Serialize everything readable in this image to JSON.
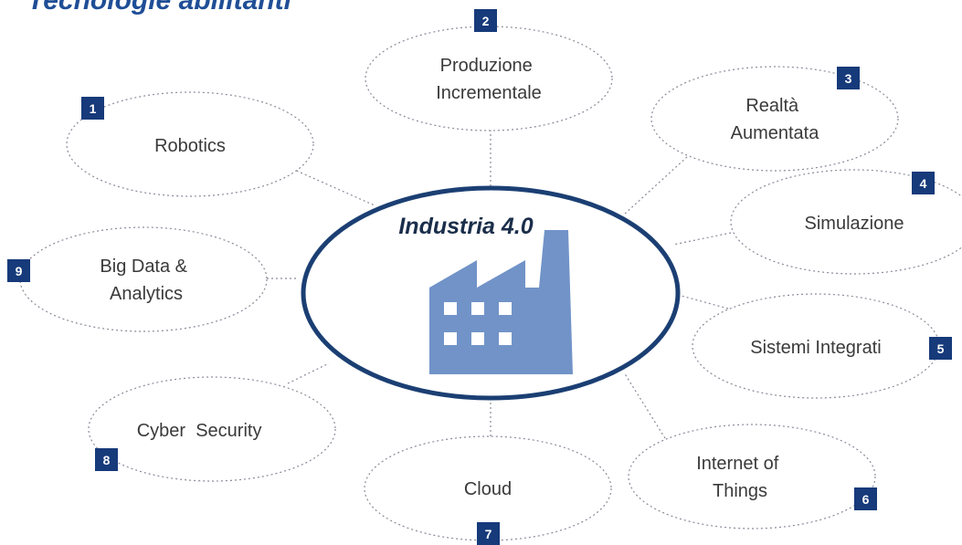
{
  "title": "Tecnologie abilitanti",
  "center": {
    "label": "Industria 4.0"
  },
  "nodes": [
    {
      "number": "1",
      "lines": [
        "Robotics"
      ]
    },
    {
      "number": "2",
      "lines": [
        "Produzione",
        "Incrementale"
      ]
    },
    {
      "number": "3",
      "lines": [
        "Realtà",
        "Aumentata"
      ]
    },
    {
      "number": "4",
      "lines": [
        "Simulazione"
      ]
    },
    {
      "number": "5",
      "lines": [
        "Sistemi Integrati"
      ]
    },
    {
      "number": "6",
      "lines": [
        "Internet of",
        "Things"
      ]
    },
    {
      "number": "7",
      "lines": [
        "Cloud"
      ]
    },
    {
      "number": "8",
      "lines": [
        "Cyber  Security"
      ]
    },
    {
      "number": "9",
      "lines": [
        "Big Data &",
        "Analytics"
      ]
    }
  ],
  "colors": {
    "accent": "#1f4e96",
    "badge": "#163a7a",
    "center_ring": "#1b3f73",
    "factory": "#7193c8",
    "dotted": "#8a8a9a"
  }
}
